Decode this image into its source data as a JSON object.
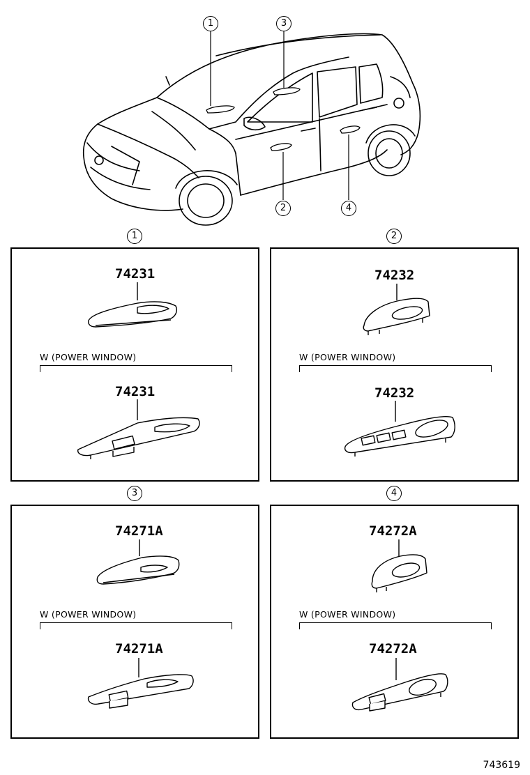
{
  "callouts": {
    "c1": "1",
    "c2": "2",
    "c3": "3",
    "c4": "4"
  },
  "panels": [
    {
      "callout": "1",
      "top_part": "74231",
      "variant_label": "W (POWER  WINDOW)",
      "bottom_part": "74231"
    },
    {
      "callout": "2",
      "top_part": "74232",
      "variant_label": "W (POWER  WINDOW)",
      "bottom_part": "74232"
    },
    {
      "callout": "3",
      "top_part": "74271A",
      "variant_label": "W (POWER  WINDOW)",
      "bottom_part": "74271A"
    },
    {
      "callout": "4",
      "top_part": "74272A",
      "variant_label": "W (POWER  WINDOW)",
      "bottom_part": "74272A"
    }
  ],
  "diagram_id": "743619"
}
